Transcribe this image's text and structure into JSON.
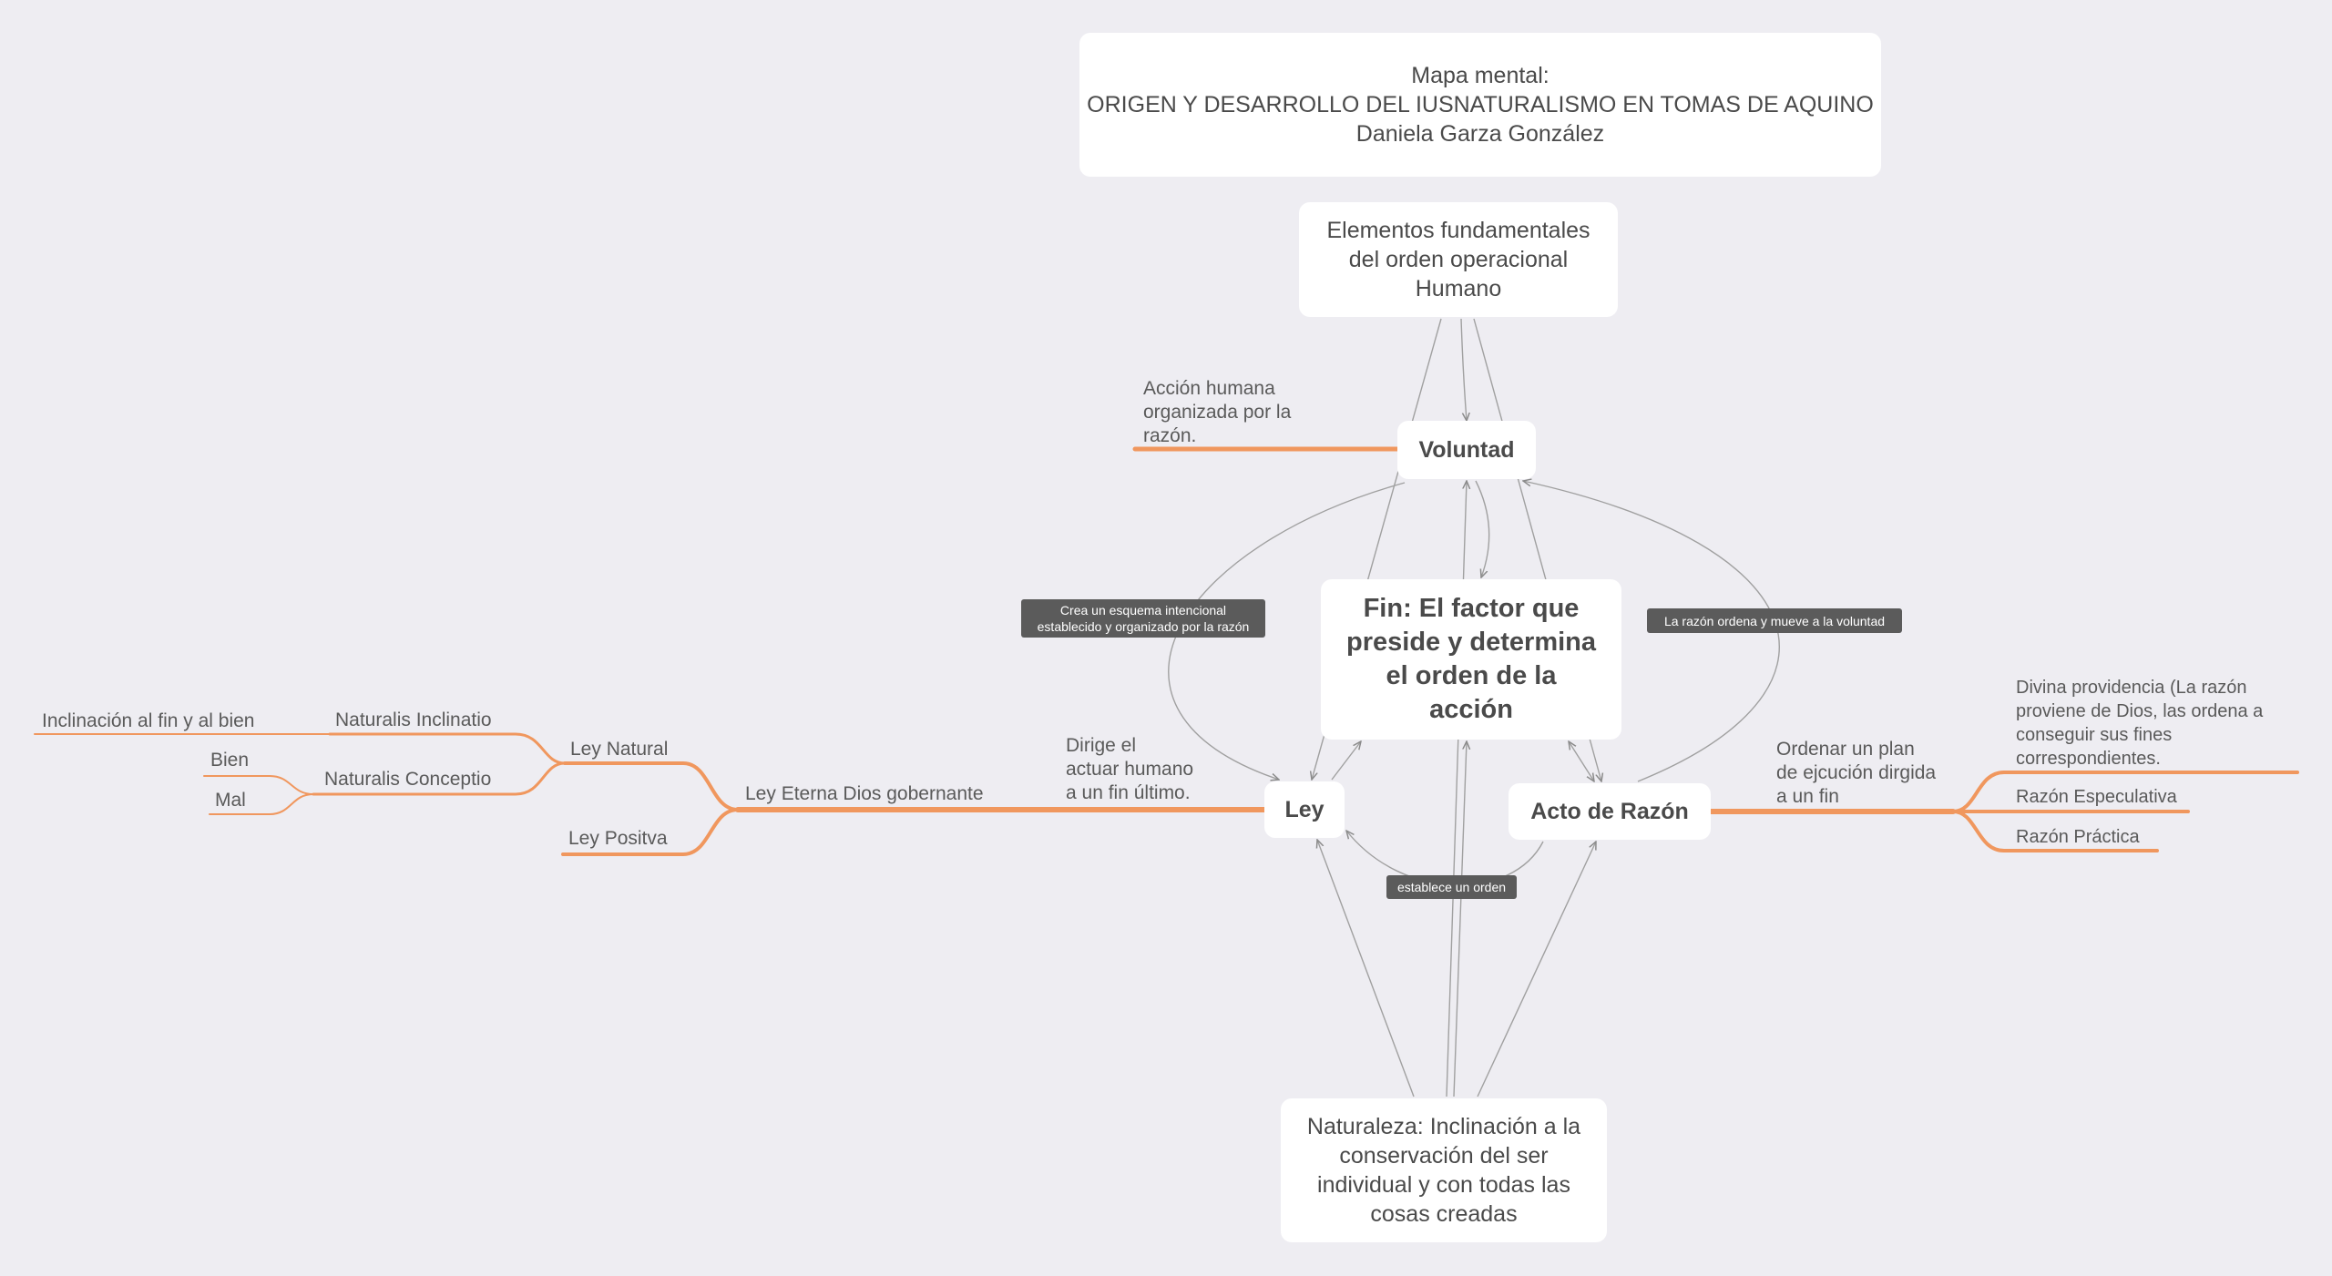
{
  "nodes": {
    "title": "Mapa mental:\nORIGEN Y DESARROLLO DEL IUSNATURALISMO EN TOMAS DE AQUINO\nDaniela Garza González",
    "elementos": "Elementos fundamentales\ndel orden operacional\nHumano",
    "voluntad": "Voluntad",
    "fin": "Fin: El factor que\npreside y determina\nel orden de la\nacción",
    "ley": "Ley",
    "acto": "Acto de Razón",
    "naturaleza": "Naturaleza: Inclinación a la\nconservación  del ser\nindividual y con todas las\ncosas creadas"
  },
  "relation_labels": {
    "crea": "Crea un esquema intencional\nestablecido y organizado por la razón",
    "razon_ordena": "La razón ordena y mueve a la voluntad",
    "establece": "establece un orden"
  },
  "branches": {
    "accion_humana": "Acción humana\norganizada por la\nrazón.",
    "dirige": "Dirige el\nactuar humano\na un fin último.",
    "ley_eterna": "Ley Eterna Dios gobernante",
    "ley_natural": "Ley Natural",
    "ley_positiva": "Ley Positva",
    "naturalis_inclinatio": "Naturalis Inclinatio",
    "naturalis_conceptio": "Naturalis Conceptio",
    "inclinacion_fin": "Inclinación al fin y al bien",
    "bien": "Bien",
    "mal": "Mal",
    "ordenar_plan": "Ordenar un plan\nde ejcución dirgida\na un fin",
    "divina": "Divina providencia (La razón\nproviene de Dios, las ordena a\nconseguir sus fines\ncorrespondientes.",
    "especulativa": "Razón Especulativa",
    "practica": "Razón Práctica"
  },
  "colors": {
    "background": "#eeedf2",
    "branch": "#f0975e",
    "connector": "#9a9a9a",
    "label_bg": "#5b5b5b"
  }
}
